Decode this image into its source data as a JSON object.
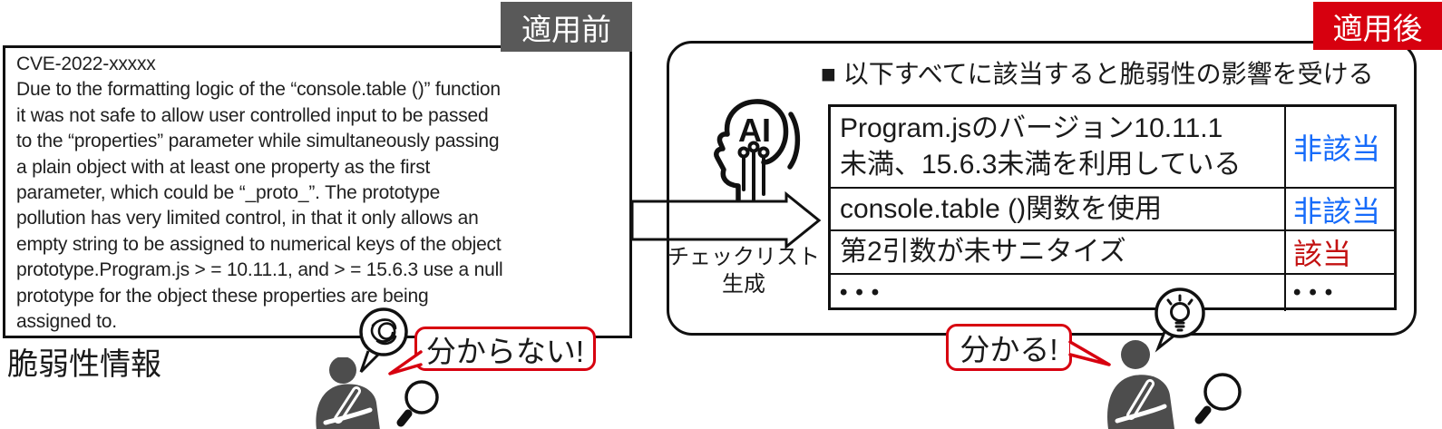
{
  "colors": {
    "tag_before_bg": "#595959",
    "tag_after_bg": "#d7000f",
    "bubble_red": "#d7000f",
    "status_blue": "#166bfa",
    "status_red": "#c31111",
    "person_gray": "#4d4d4d",
    "ink": "#1a1a1a"
  },
  "before": {
    "tag": "適用前",
    "cve_text": "CVE-2022-xxxxx\nDue to the formatting logic of the “console.table ()” function\nit was not safe to allow user controlled input to be passed\nto the “properties” parameter while simultaneously passing\na plain object with at least one property as the first\nparameter, which could be “_proto_”. The prototype\npollution has very limited control, in that it only allows an\nempty string to be assigned to numerical keys of the object\nprototype.Program.js > = 10.11.1, and > = 15.6.3 use a null\nprototype for the object these properties are being\nassigned to.",
    "caption": "脆弱性情報",
    "speech": "分からない!"
  },
  "transform": {
    "label": "チェックリスト\n生成"
  },
  "after": {
    "tag": "適用後",
    "ai_label": "AI",
    "header": "■ 以下すべてに該当すると脆弱性の影響を受ける",
    "checklist": [
      {
        "item": "Program.jsのバージョン10.11.1\n未満、15.6.3未満を利用している",
        "status": "非該当"
      },
      {
        "item": "console.table ()関数を使用",
        "status": "非該当"
      },
      {
        "item": "第2引数が未サニタイズ",
        "status": "該当"
      },
      {
        "item": "•••",
        "status": "•••"
      }
    ],
    "speech": "分かる!"
  }
}
